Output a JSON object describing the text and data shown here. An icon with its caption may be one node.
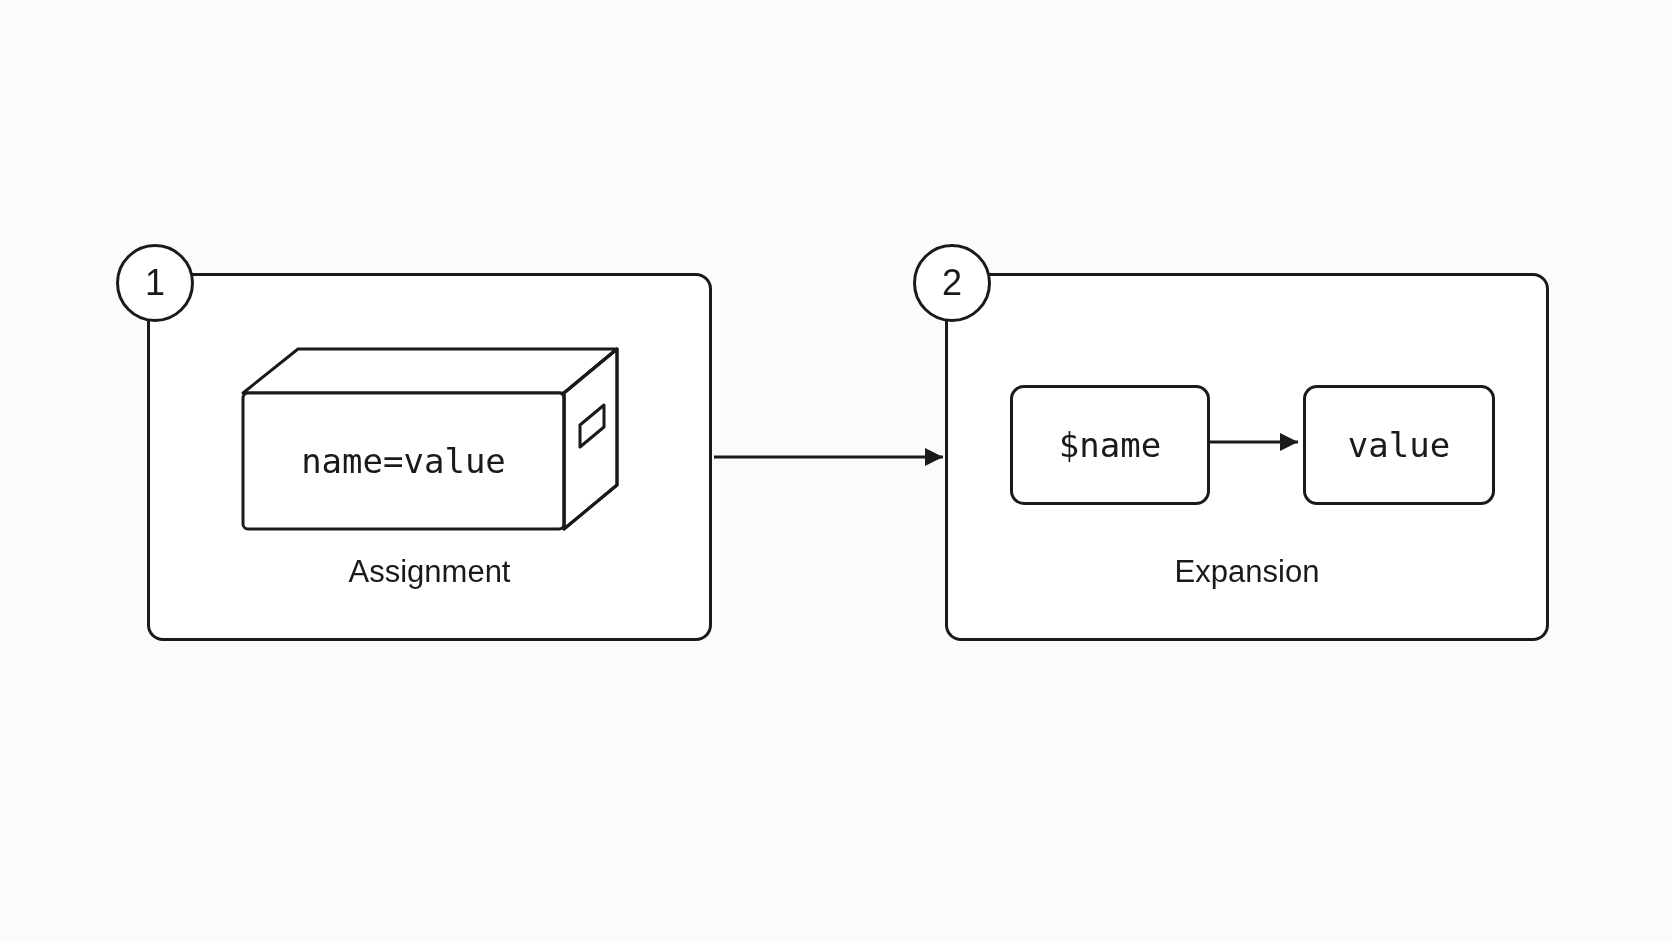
{
  "diagram": {
    "nodes": [
      {
        "text": [
          "Assignment"
        ]
      },
      {
        "text": [
          "1"
        ]
      },
      {
        "text": [
          "name=value"
        ],
        "in": 0
      },
      {
        "text": [
          "Expansion"
        ]
      },
      {
        "text": [
          "2"
        ]
      },
      {
        "text": [
          "$name"
        ],
        "in": 3
      },
      {
        "text": [
          "value"
        ],
        "in": 3
      }
    ],
    "edges": [
      {
        "from": 0,
        "to": 3,
        "arrow": "to"
      },
      {
        "from": 5,
        "to": 6,
        "arrow": "to"
      }
    ]
  }
}
